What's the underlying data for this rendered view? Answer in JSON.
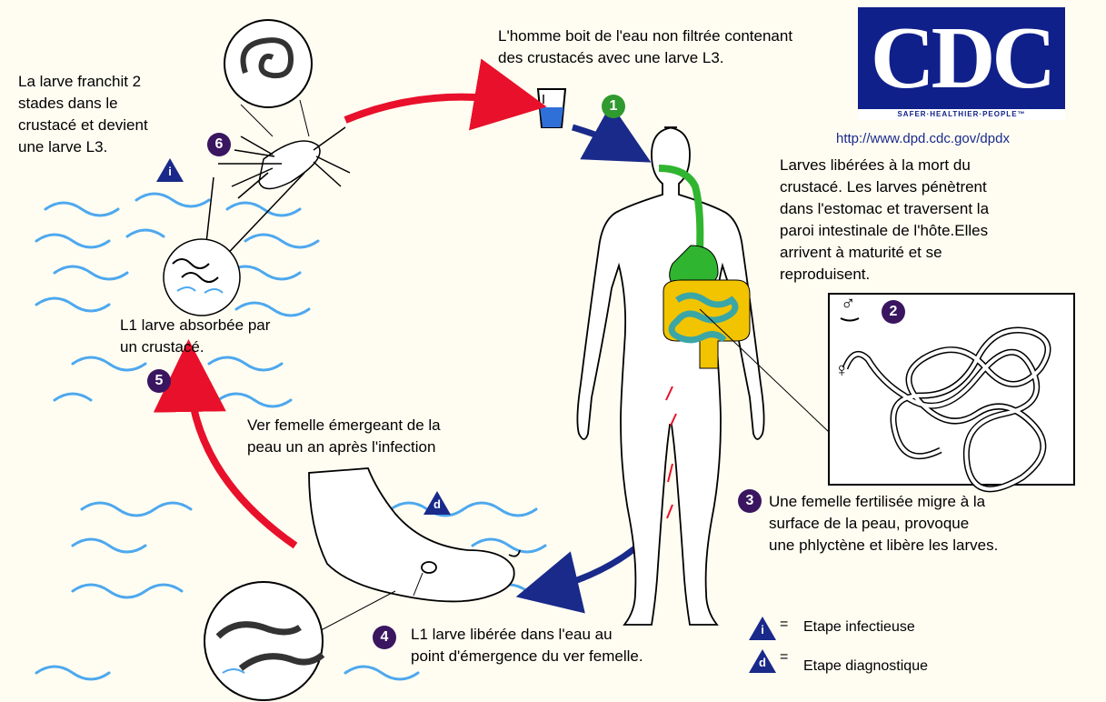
{
  "header": {
    "url": "http://www.dpd.cdc.gov/dpdx",
    "logo_text": "CDC",
    "logo_tagline": "SAFER·HEALTHIER·PEOPLE™"
  },
  "steps": {
    "s1": {
      "num": "1",
      "text": "L'homme boit de l'eau non filtrée contenant\ndes crustacés avec une larve L3."
    },
    "s2": {
      "num": "2",
      "text": "Larves libérées à la mort du\ncrustacé. Les larves pénètrent\ndans l'estomac et traversent la\nparoi intestinale de l'hôte.Elles\narrivent à maturité et se\nreproduisent."
    },
    "s3": {
      "num": "3",
      "text": "Une femelle fertilisée migre à la\nsurface de la peau, provoque\nune phlyctène et libère les larves."
    },
    "s4": {
      "num": "4",
      "text": "L1 larve libérée dans l'eau au\npoint d'émergence du ver femelle."
    },
    "s5": {
      "num": "5",
      "text": "L1 larve absorbée par\nun crustacé."
    },
    "s6": {
      "num": "6",
      "text": "La larve franchit 2\nstades dans le\ncrustacé et devient\nune larve L3."
    }
  },
  "emergence_text": "Ver femelle émergeant de la\npeau un an après l'infection",
  "sex_symbols": {
    "male": "♂",
    "female": "♀"
  },
  "markers": {
    "infective": "i",
    "diagnostic": "d"
  },
  "legend": {
    "infective_label": "Etape infectieuse",
    "diagnostic_label": "Etape diagnostique",
    "equals": "="
  },
  "colors": {
    "badge_purple": "#3a1560",
    "badge_green": "#2f9a2f",
    "arrow_red": "#e8102a",
    "arrow_blue": "#1a2a8a",
    "water": "#4ea8ee",
    "gut_green": "#2fb52f",
    "intestine_yellow": "#f2c400",
    "intestine_teal": "#3aa6a6",
    "cdc_blue": "#10208a"
  }
}
